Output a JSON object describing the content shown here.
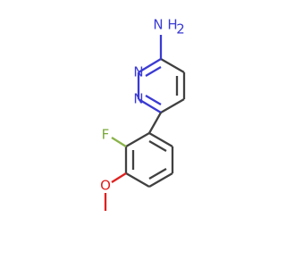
{
  "labels": {
    "amine_n": "N",
    "amine_h2": "H",
    "amine_sub": "2",
    "ring_n_top": "N",
    "ring_n_bottom": "N",
    "fluorine": "F",
    "oxygen": "O"
  },
  "colors": {
    "bond": "#404040",
    "nitrogen": "#3a3ad4",
    "fluorine": "#7aa83a",
    "oxygen": "#e02020"
  }
}
